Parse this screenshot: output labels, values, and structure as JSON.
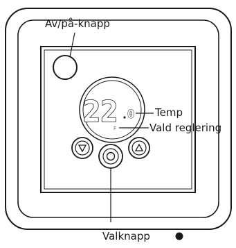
{
  "labels": {
    "power_button": "Av/på-knapp",
    "temp": "Temp",
    "mode": "Vald reglering",
    "select_button": "Valknapp"
  },
  "display": {
    "main_digits": "22",
    "decimal_digit": "0",
    "indicator": "F"
  },
  "icons": {
    "down_button": "triangle-down-icon",
    "select_button": "circle-icon",
    "up_button": "triangle-up-icon",
    "select_marker": "filled-circle-icon"
  },
  "colors": {
    "stroke": "#1a1a1a",
    "frame_fill": "#ffffff",
    "panel_fill": "#ffffff"
  }
}
